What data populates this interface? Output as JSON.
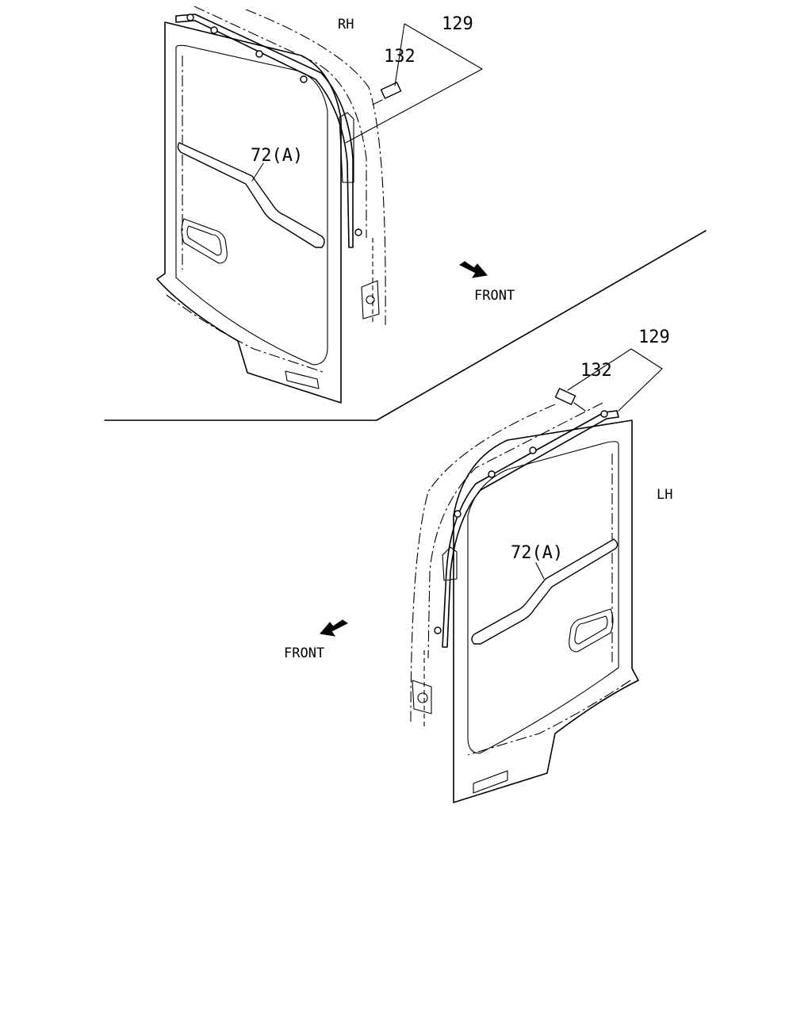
{
  "diagram": {
    "upper": {
      "side_label": "RH",
      "callout_129": "129",
      "callout_132": "132",
      "callout_72a": "72(A)",
      "direction_label": "FRONT"
    },
    "lower": {
      "side_label": "LH",
      "callout_129": "129",
      "callout_132": "132",
      "callout_72a": "72(A)",
      "direction_label": "FRONT"
    }
  }
}
